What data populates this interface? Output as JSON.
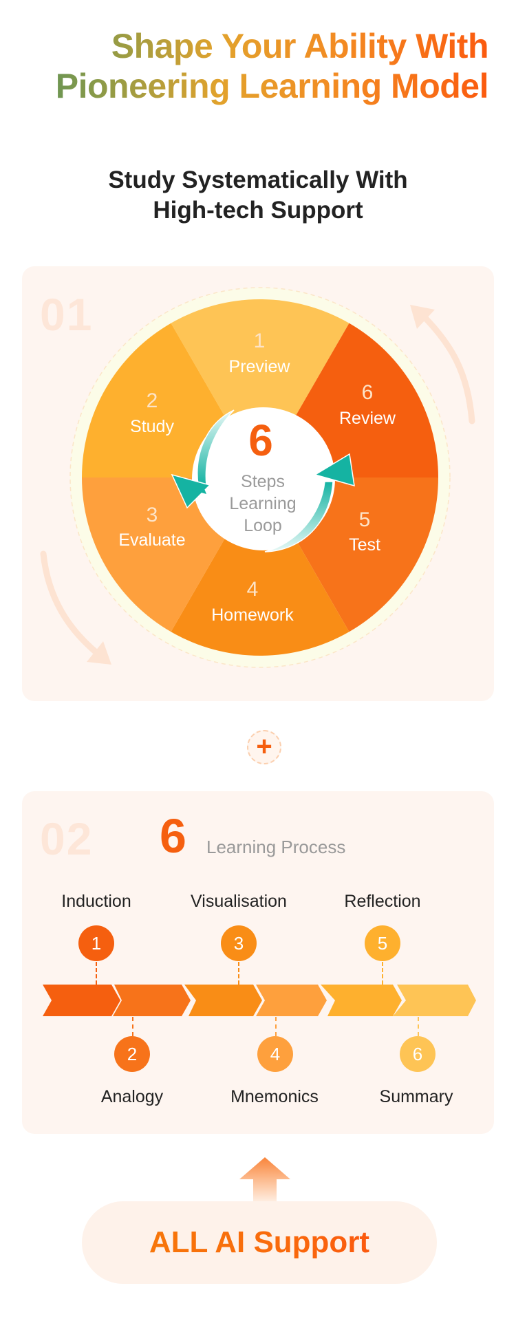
{
  "hero": {
    "line1": "Shape Your Ability With",
    "line2": "Pioneering Learning Model"
  },
  "subtitle": {
    "line1": "Study Systematically With",
    "line2": "High-tech Support"
  },
  "section1": {
    "index": "01",
    "center": {
      "number": "6",
      "line1": "Steps",
      "line2": "Learning",
      "line3": "Loop"
    },
    "segments": [
      {
        "number": "1",
        "label": "Preview",
        "color": "#FEC455"
      },
      {
        "number": "2",
        "label": "Study",
        "color": "#FEB02E"
      },
      {
        "number": "3",
        "label": "Evaluate",
        "color": "#FEA03D"
      },
      {
        "number": "4",
        "label": "Homework",
        "color": "#F98D16"
      },
      {
        "number": "5",
        "label": "Test",
        "color": "#F7731A"
      },
      {
        "number": "6",
        "label": "Review",
        "color": "#F55F0F"
      }
    ]
  },
  "connector": {
    "icon": "plus-icon",
    "glyph": "+"
  },
  "section2": {
    "index": "02",
    "number": "6",
    "title": "Learning Process",
    "steps": [
      {
        "number": "1",
        "label": "Induction",
        "color": "#F55F0F"
      },
      {
        "number": "2",
        "label": "Analogy",
        "color": "#F7731A"
      },
      {
        "number": "3",
        "label": "Visualisation",
        "color": "#F98D16"
      },
      {
        "number": "4",
        "label": "Mnemonics",
        "color": "#FEA03D"
      },
      {
        "number": "5",
        "label": "Reflection",
        "color": "#FEB02E"
      },
      {
        "number": "6",
        "label": "Summary",
        "color": "#FEC455"
      }
    ]
  },
  "footer": {
    "arrow_icon": "arrow-up-icon",
    "label": "ALL AI Support"
  },
  "colors": {
    "brand_orange": "#F55F0F",
    "card_bg": "#FEF5F0",
    "teal": "#1FB9A9",
    "ring": "#FCFCE8"
  }
}
